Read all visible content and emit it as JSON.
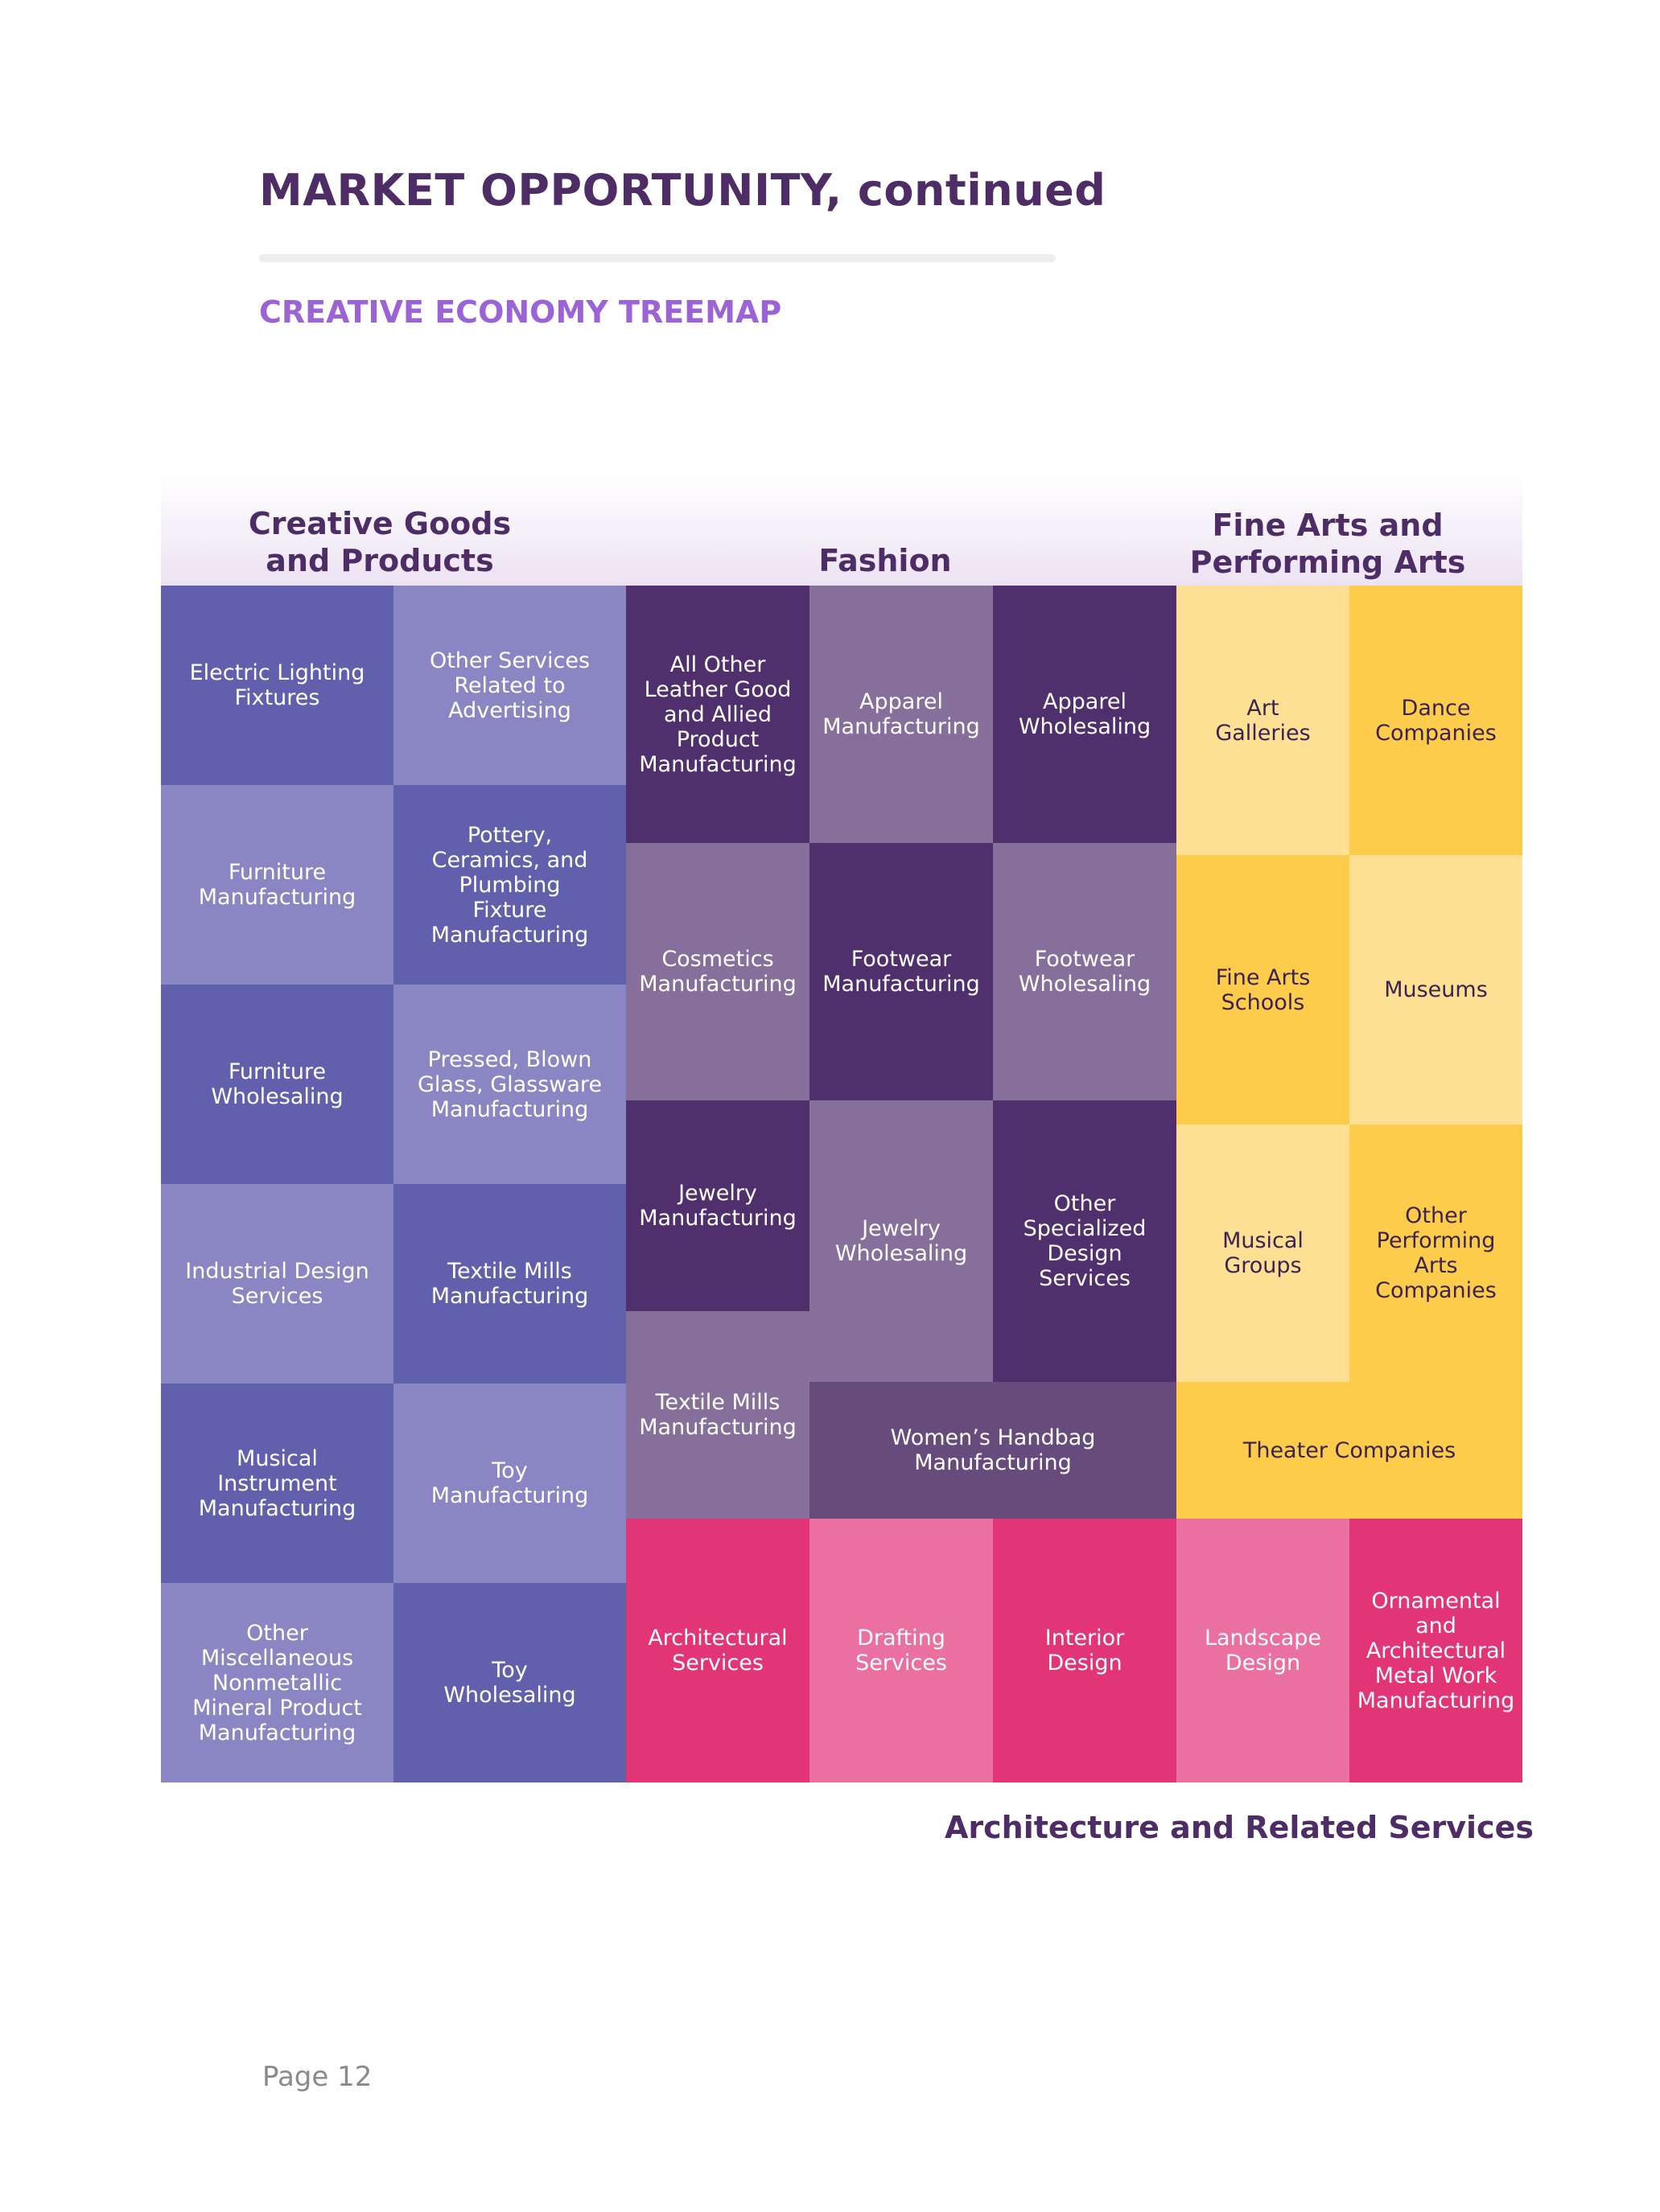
{
  "page": {
    "title": "MARKET OPPORTUNITY, continued",
    "section_heading": "CREATIVE ECONOMY TREEMAP",
    "page_number": "Page 12"
  },
  "treemap": {
    "groups": [
      {
        "label": "Creative Goods\nand Products"
      },
      {
        "label": "Fashion"
      },
      {
        "label": "Fine Arts and\nPerforming Arts"
      },
      {
        "label": "Architecture and Related Services"
      }
    ],
    "colors": {
      "goods_dark": "#6160ad",
      "goods_light": "#8986c3",
      "fashion_dark": "#4f2f6c",
      "fashion_light": "#866f9b",
      "fashion_mid": "#664b7c",
      "arts_light": "#fde094",
      "arts_dark": "#fecc4b",
      "arch_dark": "#e23575",
      "arch_light": "#e9709f"
    },
    "cells": [
      {
        "label": "Electric Lighting\nFixtures",
        "color": "goods_dark"
      },
      {
        "label": "Other Services\nRelated to\nAdvertising",
        "color": "goods_light"
      },
      {
        "label": "Furniture\nManufacturing",
        "color": "goods_light"
      },
      {
        "label": "Pottery,\nCeramics, and\nPlumbing\nFixture\nManufacturing",
        "color": "goods_dark"
      },
      {
        "label": "Furniture\nWholesaling",
        "color": "goods_dark"
      },
      {
        "label": "Pressed, Blown\nGlass, Glassware\nManufacturing",
        "color": "goods_light"
      },
      {
        "label": "Industrial Design\nServices",
        "color": "goods_light"
      },
      {
        "label": "Textile Mills\nManufacturing",
        "color": "goods_dark"
      },
      {
        "label": "Musical\nInstrument\nManufacturing",
        "color": "goods_dark"
      },
      {
        "label": "Toy\nManufacturing",
        "color": "goods_light"
      },
      {
        "label": "Other\nMiscellaneous\nNonmetallic\nMineral Product\nManufacturing",
        "color": "goods_light"
      },
      {
        "label": "Toy\nWholesaling",
        "color": "goods_dark"
      },
      {
        "label": "All Other\nLeather Good\nand Allied\nProduct\nManufacturing",
        "color": "fashion_dark"
      },
      {
        "label": "Apparel\nManufacturing",
        "color": "fashion_light"
      },
      {
        "label": "Apparel\nWholesaling",
        "color": "fashion_dark"
      },
      {
        "label": "Cosmetics\nManufacturing",
        "color": "fashion_light"
      },
      {
        "label": "Footwear\nManufacturing",
        "color": "fashion_dark"
      },
      {
        "label": "Footwear\nWholesaling",
        "color": "fashion_light"
      },
      {
        "label": "Jewelry\nManufacturing",
        "color": "fashion_dark"
      },
      {
        "label": "Jewelry\nWholesaling",
        "color": "fashion_light"
      },
      {
        "label": "Other\nSpecialized\nDesign\nServices",
        "color": "fashion_dark"
      },
      {
        "label": "Textile Mills\nManufacturing",
        "color": "fashion_light"
      },
      {
        "label": "Women’s Handbag\nManufacturing",
        "color": "fashion_mid"
      },
      {
        "label": "Art\nGalleries",
        "color": "arts_light"
      },
      {
        "label": "Dance\nCompanies",
        "color": "arts_dark"
      },
      {
        "label": "Fine Arts\nSchools",
        "color": "arts_dark"
      },
      {
        "label": "Museums",
        "color": "arts_light"
      },
      {
        "label": "Musical\nGroups",
        "color": "arts_light"
      },
      {
        "label": "Other\nPerforming\nArts\nCompanies",
        "color": "arts_dark"
      },
      {
        "label": "Theater Companies",
        "color": "arts_dark"
      },
      {
        "label": "Architectural\nServices",
        "color": "arch_dark"
      },
      {
        "label": "Drafting\nServices",
        "color": "arch_light"
      },
      {
        "label": "Interior\nDesign",
        "color": "arch_dark"
      },
      {
        "label": "Landscape\nDesign",
        "color": "arch_light"
      },
      {
        "label": "Ornamental\nand\nArchitectural\nMetal Work\nManufacturing",
        "color": "arch_dark"
      }
    ]
  }
}
